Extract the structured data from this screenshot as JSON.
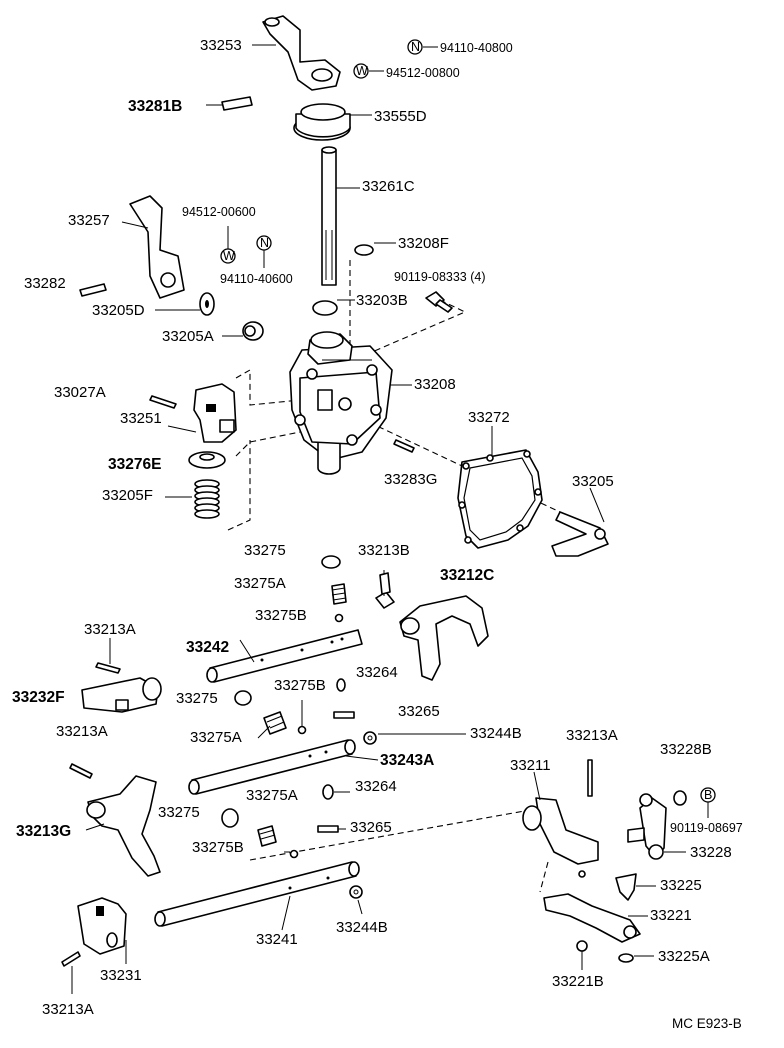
{
  "diagram": {
    "labels": {
      "p33253": "33253",
      "n_code": "94110-40800",
      "w_code": "94512-00800",
      "p33281B": "33281B",
      "p33555D": "33555D",
      "p33261C": "33261C",
      "p33257": "33257",
      "w_code2": "94512-00600",
      "n_code2": "94110-40600",
      "p33208F": "33208F",
      "p33282": "33282",
      "p90119_08333": "90119-08333 (4)",
      "p33205D": "33205D",
      "p33203B": "33203B",
      "p33205A": "33205A",
      "p33208": "33208",
      "p33027A": "33027A",
      "p33251": "33251",
      "p33272": "33272",
      "p33276E": "33276E",
      "p33283G": "33283G",
      "p33205F": "33205F",
      "p33205": "33205",
      "p33275_a": "33275",
      "p33213B": "33213B",
      "p33275A_a": "33275A",
      "p33212C": "33212C",
      "p33275B_a": "33275B",
      "p33213A_a": "33213A",
      "p33242": "33242",
      "p33275B0": "33275B",
      "p33264_a": "33264",
      "p33232F": "33232F",
      "p33275_b": "33275",
      "p33265_a": "33265",
      "p33213A_b": "33213A",
      "p33275A_b": "33275A",
      "p33244B_a": "33244B",
      "p33243A": "33243A",
      "p33213A_c": "33213A",
      "p33228B": "33228B",
      "p33211": "33211",
      "p33275A_c": "33275A",
      "p33264_b": "33264",
      "b_code": "90119-08697",
      "p33213G": "33213G",
      "p33275_c": "33275",
      "p33265_b": "33265",
      "p33228": "33228",
      "p33275B_b": "33275B",
      "p33225": "33225",
      "p33221": "33221",
      "p33241": "33241",
      "p33244B_b": "33244B",
      "p33231": "33231",
      "p33225A": "33225A",
      "p33221B": "33221B",
      "p33213A_d": "33213A",
      "sym_n": "N",
      "sym_w": "W",
      "sym_b": "B",
      "footer": "MC  E923-B"
    }
  }
}
